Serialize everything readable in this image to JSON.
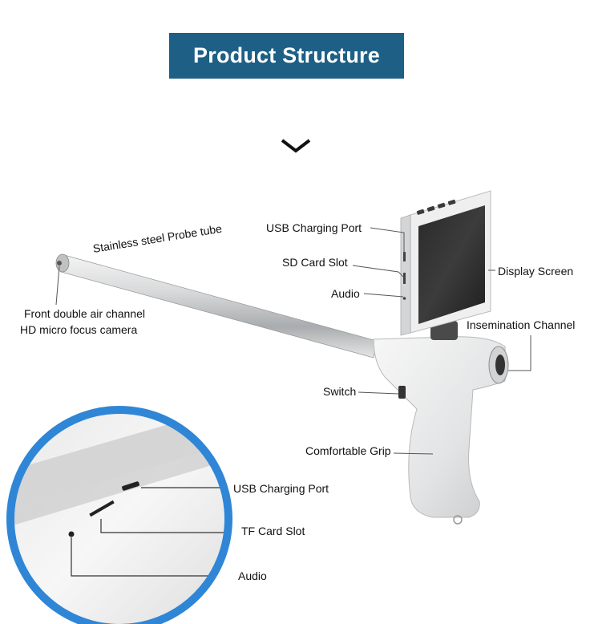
{
  "title": "Product Structure",
  "icons": {
    "chevron": "chevron-down-icon"
  },
  "colors": {
    "title_bg": "#1e5f86",
    "circle_ring": "#2f86d6"
  },
  "labels": {
    "probe_tube": "Stainless steel Probe tube",
    "camera_line1": "Front double air channel",
    "camera_line2": "HD micro focus camera",
    "usb_port": "USB Charging Port",
    "sd_slot": "SD Card Slot",
    "audio": "Audio",
    "display": "Display Screen",
    "insemination": "Insemination Channel",
    "switch": "Switch",
    "grip": "Comfortable Grip"
  },
  "zoom_labels": {
    "usb_port": "USB Charging Port",
    "tf_slot": "TF Card Slot",
    "audio": "Audio"
  }
}
